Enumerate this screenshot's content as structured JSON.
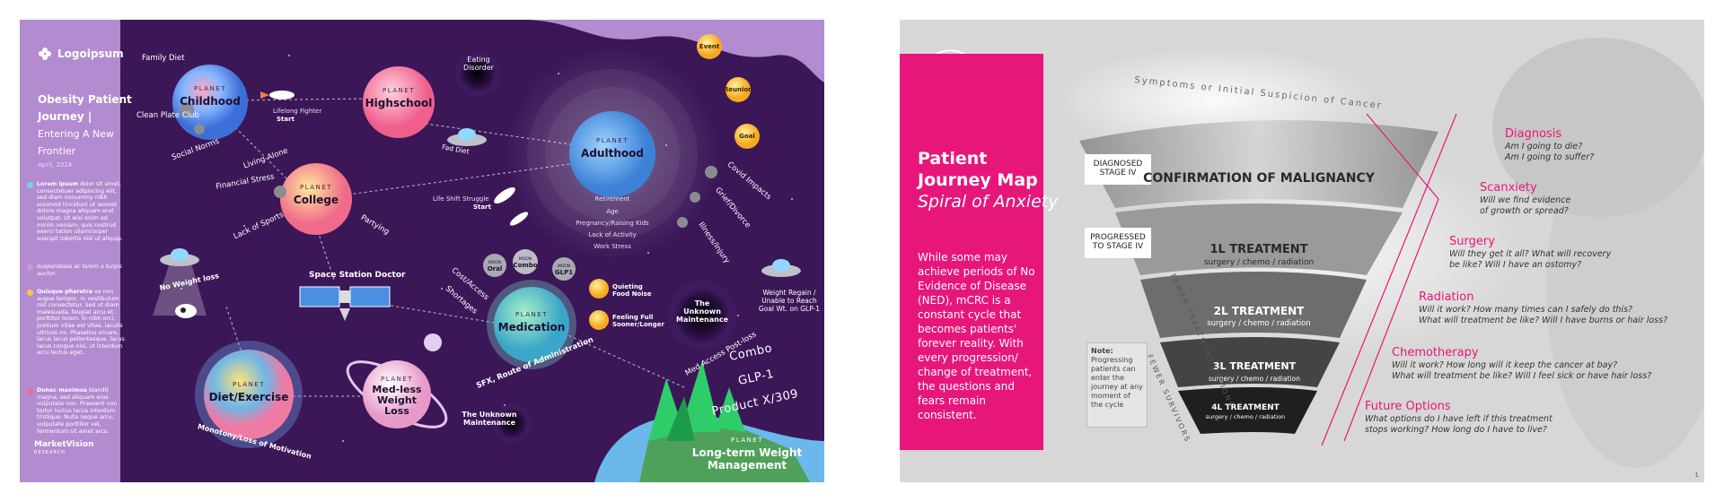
{
  "left": {
    "logo": "Logoipsum",
    "title_bold": "Obesity Patient Journey |",
    "title_rest": " Entering A New Frontier",
    "date": "April, 2024",
    "para1_bold": "Lorem ipsum",
    "para1": " dolor sit amet, consectetuer adipiscing elit, sed diam nonummy nibh euismod tincidunt ut laoreet dolore magna aliquam erat volutpat. Ut wisi enim ad minim veniam, quis nostrud exerci tation ullamcorper suscipit lobortis nisl ut aliquip.",
    "para2": "Suspendisse ac lorem a turpis auctor.",
    "para3_bold": "Quisque pharetra",
    "para3": " ex non augue tempor, in vestibulum nisl consectetur. Sed ut diam malesuada, feugiat arcu et, porttitor lorem. In nibh orci, pretium vitae est vitae, iaculis ultrices mi. Phasellus ornare, lacus lacus pellentesque, lacus lacus congue nisi, ut interdum arcu lectus eget.",
    "para4_bold": "Donec maximus",
    "para4": " blandit magna, sed aliquam eros vulputate non. Praesent non tortor luctus lacus interdum tristique. Nulla neque arcu, vulputate porttitor vel, fermentum sit amet arcu.",
    "mv_logo": "MarketVision",
    "mv_sub": "RESEARCH",
    "planet_prefix": "PLANET",
    "planets": {
      "childhood": "Childhood",
      "highschool": "Highschool",
      "college": "College",
      "adulthood": "Adulthood",
      "medication": "Medication",
      "diet": "Diet/Exercise",
      "medless": "Med-less Weight Loss",
      "longterm": "Long-term Weight Management"
    },
    "labels": {
      "family_diet": "Family Diet",
      "clean_plate": "Clean Plate Club",
      "social_norms": "Social Norms",
      "lifelong_fighter": "Lifelong Fighter",
      "start": "Start",
      "living_alone": "Living Alone",
      "financial_stress": "Financial Stress",
      "lack_sports": "Lack of Sports",
      "partying": "Partying",
      "eating_disorder": "Eating Disorder",
      "fad_diet": "Fad Diet",
      "life_shift": "Life Shift Struggle",
      "start2": "Start",
      "covid": "Covid Impacts",
      "grief": "Grief/Divorce",
      "illness": "Illness/Injury",
      "space_station": "Space Station Doctor",
      "no_weight_loss": "No Weight loss",
      "cost_access": "Cost/Access",
      "shortages": "Shortages",
      "quieting": "Quieting Food Noise",
      "feeling_full": "Feeling Full Sooner/Longer",
      "unknown_maint1": "The Unknown Maintenance",
      "weight_regain": "Weight Regain / Unable to Reach Goal Wt. on GLP-1",
      "med_access": "Med Access Post-loss",
      "sfx": "SFX, Route of Administration",
      "monotony": "Monotony/Loss of Motivation",
      "unknown_maint2": "The Unknown Maintenance",
      "combo": "Combo",
      "glp1": "GLP-1",
      "product": "Product X/309"
    },
    "adulthood_rings": [
      "Retirement",
      "Age",
      "Pregnancy/Raising Kids",
      "Lack of Activity",
      "Work Stress"
    ],
    "moons": [
      {
        "pre": "MOON",
        "name": "Oral"
      },
      {
        "pre": "MOON",
        "name": "Combo"
      },
      {
        "pre": "MOON",
        "name": "GLP1"
      }
    ],
    "events": [
      "Event",
      "Reunion",
      "Goal"
    ]
  },
  "right": {
    "top_arc": "Symptoms or Initial Suspicion of Cancer",
    "title": "Patient Journey Map",
    "subtitle": "Spiral of Anxiety",
    "body": "While some may achieve periods of No Evidence of Disease (NED), mCRC is a constant cycle that becomes patients' forever reality. With every progression/ change of treatment, the questions and fears remain consistent.",
    "tag1": "DIAGNOSED STAGE IV",
    "tag2": "PROGRESSED TO STAGE IV",
    "funnel": [
      {
        "title": "CONFIRMATION OF MALIGNANCY",
        "sub": ""
      },
      {
        "title": "1L TREATMENT",
        "sub": "surgery / chemo / radiation"
      },
      {
        "title": "2L TREATMENT",
        "sub": "surgery / chemo / radiation"
      },
      {
        "title": "3L TREATMENT",
        "sub": "surgery / chemo / radiation"
      },
      {
        "title": "4L TREATMENT",
        "sub": "surgery / chemo / radiation"
      }
    ],
    "fewer_options": "FEWER TREATMENT OPTIONS",
    "fewer_survivors": "FEWER SURVIVORS",
    "note_title": "Note:",
    "note_body": "Progressing patients can enter the journey at any moment of the cycle",
    "stages": [
      {
        "h": "Diagnosis",
        "q1": "Am I going to die?",
        "q2": "Am I going to suffer?"
      },
      {
        "h": "Scanxiety",
        "q1": "Will we find evidence",
        "q2": "of growth or spread?"
      },
      {
        "h": "Surgery",
        "q1": "Will they get it all? What will recovery",
        "q2": "be like? Will I have an ostomy?"
      },
      {
        "h": "Radiation",
        "q1": "Will it work? How many times can I safely do this?",
        "q2": "What will treatment be like? Will I have burns or hair loss?"
      },
      {
        "h": "Chemotherapy",
        "q1": "Will it work? How long will it keep the cancer at bay?",
        "q2": "What will treatment be like? Will I feel sick or have hair loss?"
      },
      {
        "h": "Future Options",
        "q1": "What options do I have left if this treatment",
        "q2": "stops working? How long do I have to live?"
      }
    ],
    "page_num": "1",
    "accent": "#e7167a"
  }
}
